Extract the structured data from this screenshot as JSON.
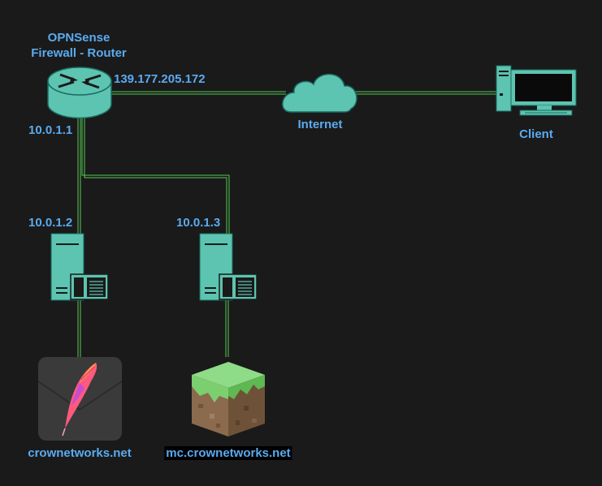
{
  "router": {
    "name_line1": "OPNSense",
    "name_line2": "Firewall - Router",
    "wan_ip": "139.177.205.172",
    "lan_ip": "10.0.1.1",
    "icon": "router-icon"
  },
  "internet": {
    "label": "Internet",
    "icon": "cloud-icon"
  },
  "client": {
    "label": "Client",
    "icon": "desktop-computer-icon"
  },
  "servers": [
    {
      "ip": "10.0.1.2",
      "icon": "server-icon",
      "app_icon": "apache-feather-icon",
      "domain": "crownetworks.net"
    },
    {
      "ip": "10.0.1.3",
      "icon": "server-icon",
      "app_icon": "minecraft-grass-block-icon",
      "domain": "mc.crownetworks.net"
    }
  ],
  "colors": {
    "background": "#1a1a1a",
    "label": "#5aabf0",
    "node_fill": "#5cc4b0",
    "node_dark": "#1a6a60",
    "link": "#54c954"
  }
}
